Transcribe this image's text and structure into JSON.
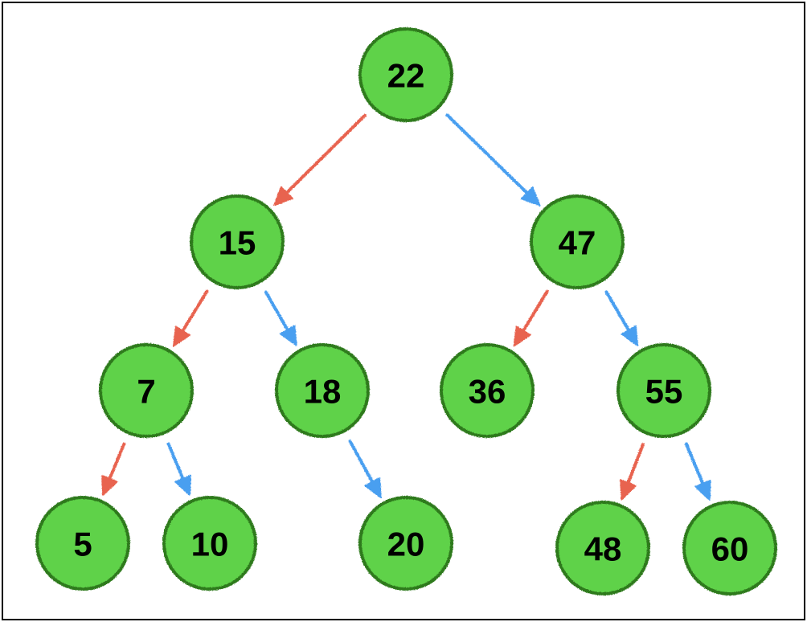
{
  "diagram": {
    "type": "binary-search-tree",
    "colors": {
      "background": "#ffffff",
      "frame": "#000000",
      "node_fill": "#5fd24a",
      "node_stroke": "#2e7a1e",
      "left_edge": "#e8634f",
      "right_edge": "#4a9ff0",
      "label": "#000000"
    },
    "nodes": [
      {
        "id": "n22",
        "label": "22"
      },
      {
        "id": "n15",
        "label": "15"
      },
      {
        "id": "n47",
        "label": "47"
      },
      {
        "id": "n7",
        "label": "7"
      },
      {
        "id": "n18",
        "label": "18"
      },
      {
        "id": "n36",
        "label": "36"
      },
      {
        "id": "n55",
        "label": "55"
      },
      {
        "id": "n5",
        "label": "5"
      },
      {
        "id": "n10",
        "label": "10"
      },
      {
        "id": "n20",
        "label": "20"
      },
      {
        "id": "n48",
        "label": "48"
      },
      {
        "id": "n60",
        "label": "60"
      }
    ],
    "edges": [
      {
        "from": "n22",
        "to": "n15",
        "side": "left"
      },
      {
        "from": "n22",
        "to": "n47",
        "side": "right"
      },
      {
        "from": "n15",
        "to": "n7",
        "side": "left"
      },
      {
        "from": "n15",
        "to": "n18",
        "side": "right"
      },
      {
        "from": "n47",
        "to": "n36",
        "side": "left"
      },
      {
        "from": "n47",
        "to": "n55",
        "side": "right"
      },
      {
        "from": "n7",
        "to": "n5",
        "side": "left"
      },
      {
        "from": "n7",
        "to": "n10",
        "side": "right"
      },
      {
        "from": "n18",
        "to": "n20",
        "side": "right"
      },
      {
        "from": "n55",
        "to": "n48",
        "side": "left"
      },
      {
        "from": "n55",
        "to": "n60",
        "side": "right"
      }
    ]
  }
}
